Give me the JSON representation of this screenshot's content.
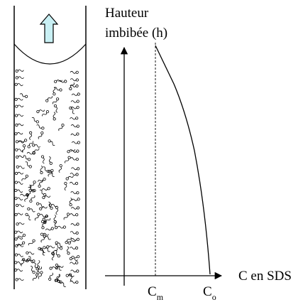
{
  "diagram": {
    "y_axis_label_line1": "Hauteur",
    "y_axis_label_line2": "imbibée (h)",
    "x_axis_label": "C en SDS",
    "tick_cm_main": "C",
    "tick_cm_sub": "m",
    "tick_co_main": "C",
    "tick_co_sub": "o",
    "arrow_fill_color": "#c9f0f4",
    "line_color": "#000000",
    "icons": [
      "up-arrow-icon",
      "surfactant-molecule-icon"
    ]
  }
}
